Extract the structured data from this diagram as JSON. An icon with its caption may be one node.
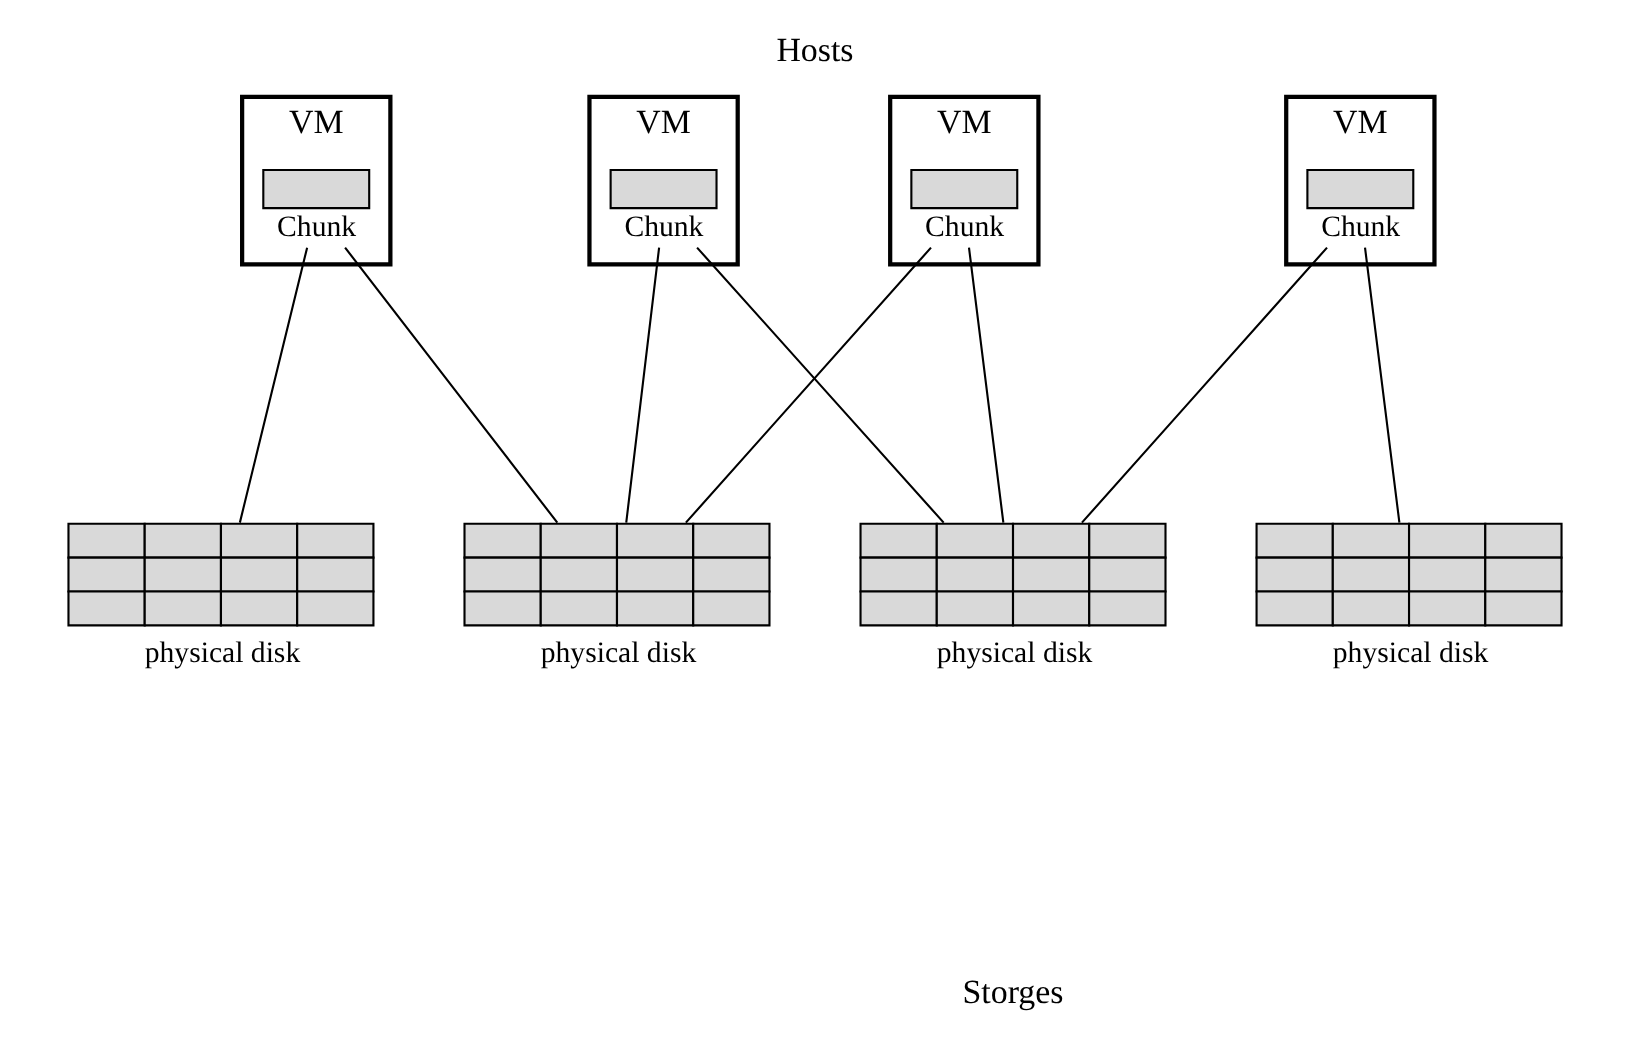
{
  "diagram": {
    "title": "Hosts",
    "caption": "Storges",
    "nodes": [
      {
        "text": [
          "VM"
        ]
      },
      {
        "text": [],
        "shape": "box",
        "in": 0,
        "beside": [
          "Chunk"
        ]
      },
      {
        "text": [
          "VM"
        ]
      },
      {
        "text": [],
        "shape": "box",
        "in": 2,
        "beside": [
          "Chunk"
        ]
      },
      {
        "text": [
          "VM"
        ]
      },
      {
        "text": [],
        "shape": "box",
        "in": 4,
        "beside": [
          "Chunk"
        ]
      },
      {
        "text": [
          "VM"
        ]
      },
      {
        "text": [],
        "shape": "box",
        "in": 6,
        "beside": [
          "Chunk"
        ]
      },
      {
        "text": [
          "physical disk"
        ]
      },
      {
        "text": [
          "physical disk"
        ]
      },
      {
        "text": [
          "physical disk"
        ]
      },
      {
        "text": [
          "physical disk"
        ]
      }
    ],
    "edges": [
      {
        "from": 1,
        "to": 8,
        "arrow": "none"
      },
      {
        "from": 1,
        "to": 9,
        "arrow": "none"
      },
      {
        "from": 3,
        "to": 9,
        "arrow": "none"
      },
      {
        "from": 3,
        "to": 10,
        "arrow": "none"
      },
      {
        "from": 5,
        "to": 9,
        "arrow": "none"
      },
      {
        "from": 5,
        "to": 10,
        "arrow": "none"
      },
      {
        "from": 7,
        "to": 10,
        "arrow": "none"
      },
      {
        "from": 7,
        "to": 11,
        "arrow": "none"
      }
    ]
  }
}
